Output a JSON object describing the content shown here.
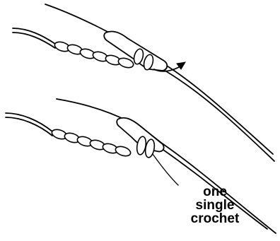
{
  "caption": {
    "line1": "one",
    "line2": "single",
    "line3": "crochet"
  }
}
